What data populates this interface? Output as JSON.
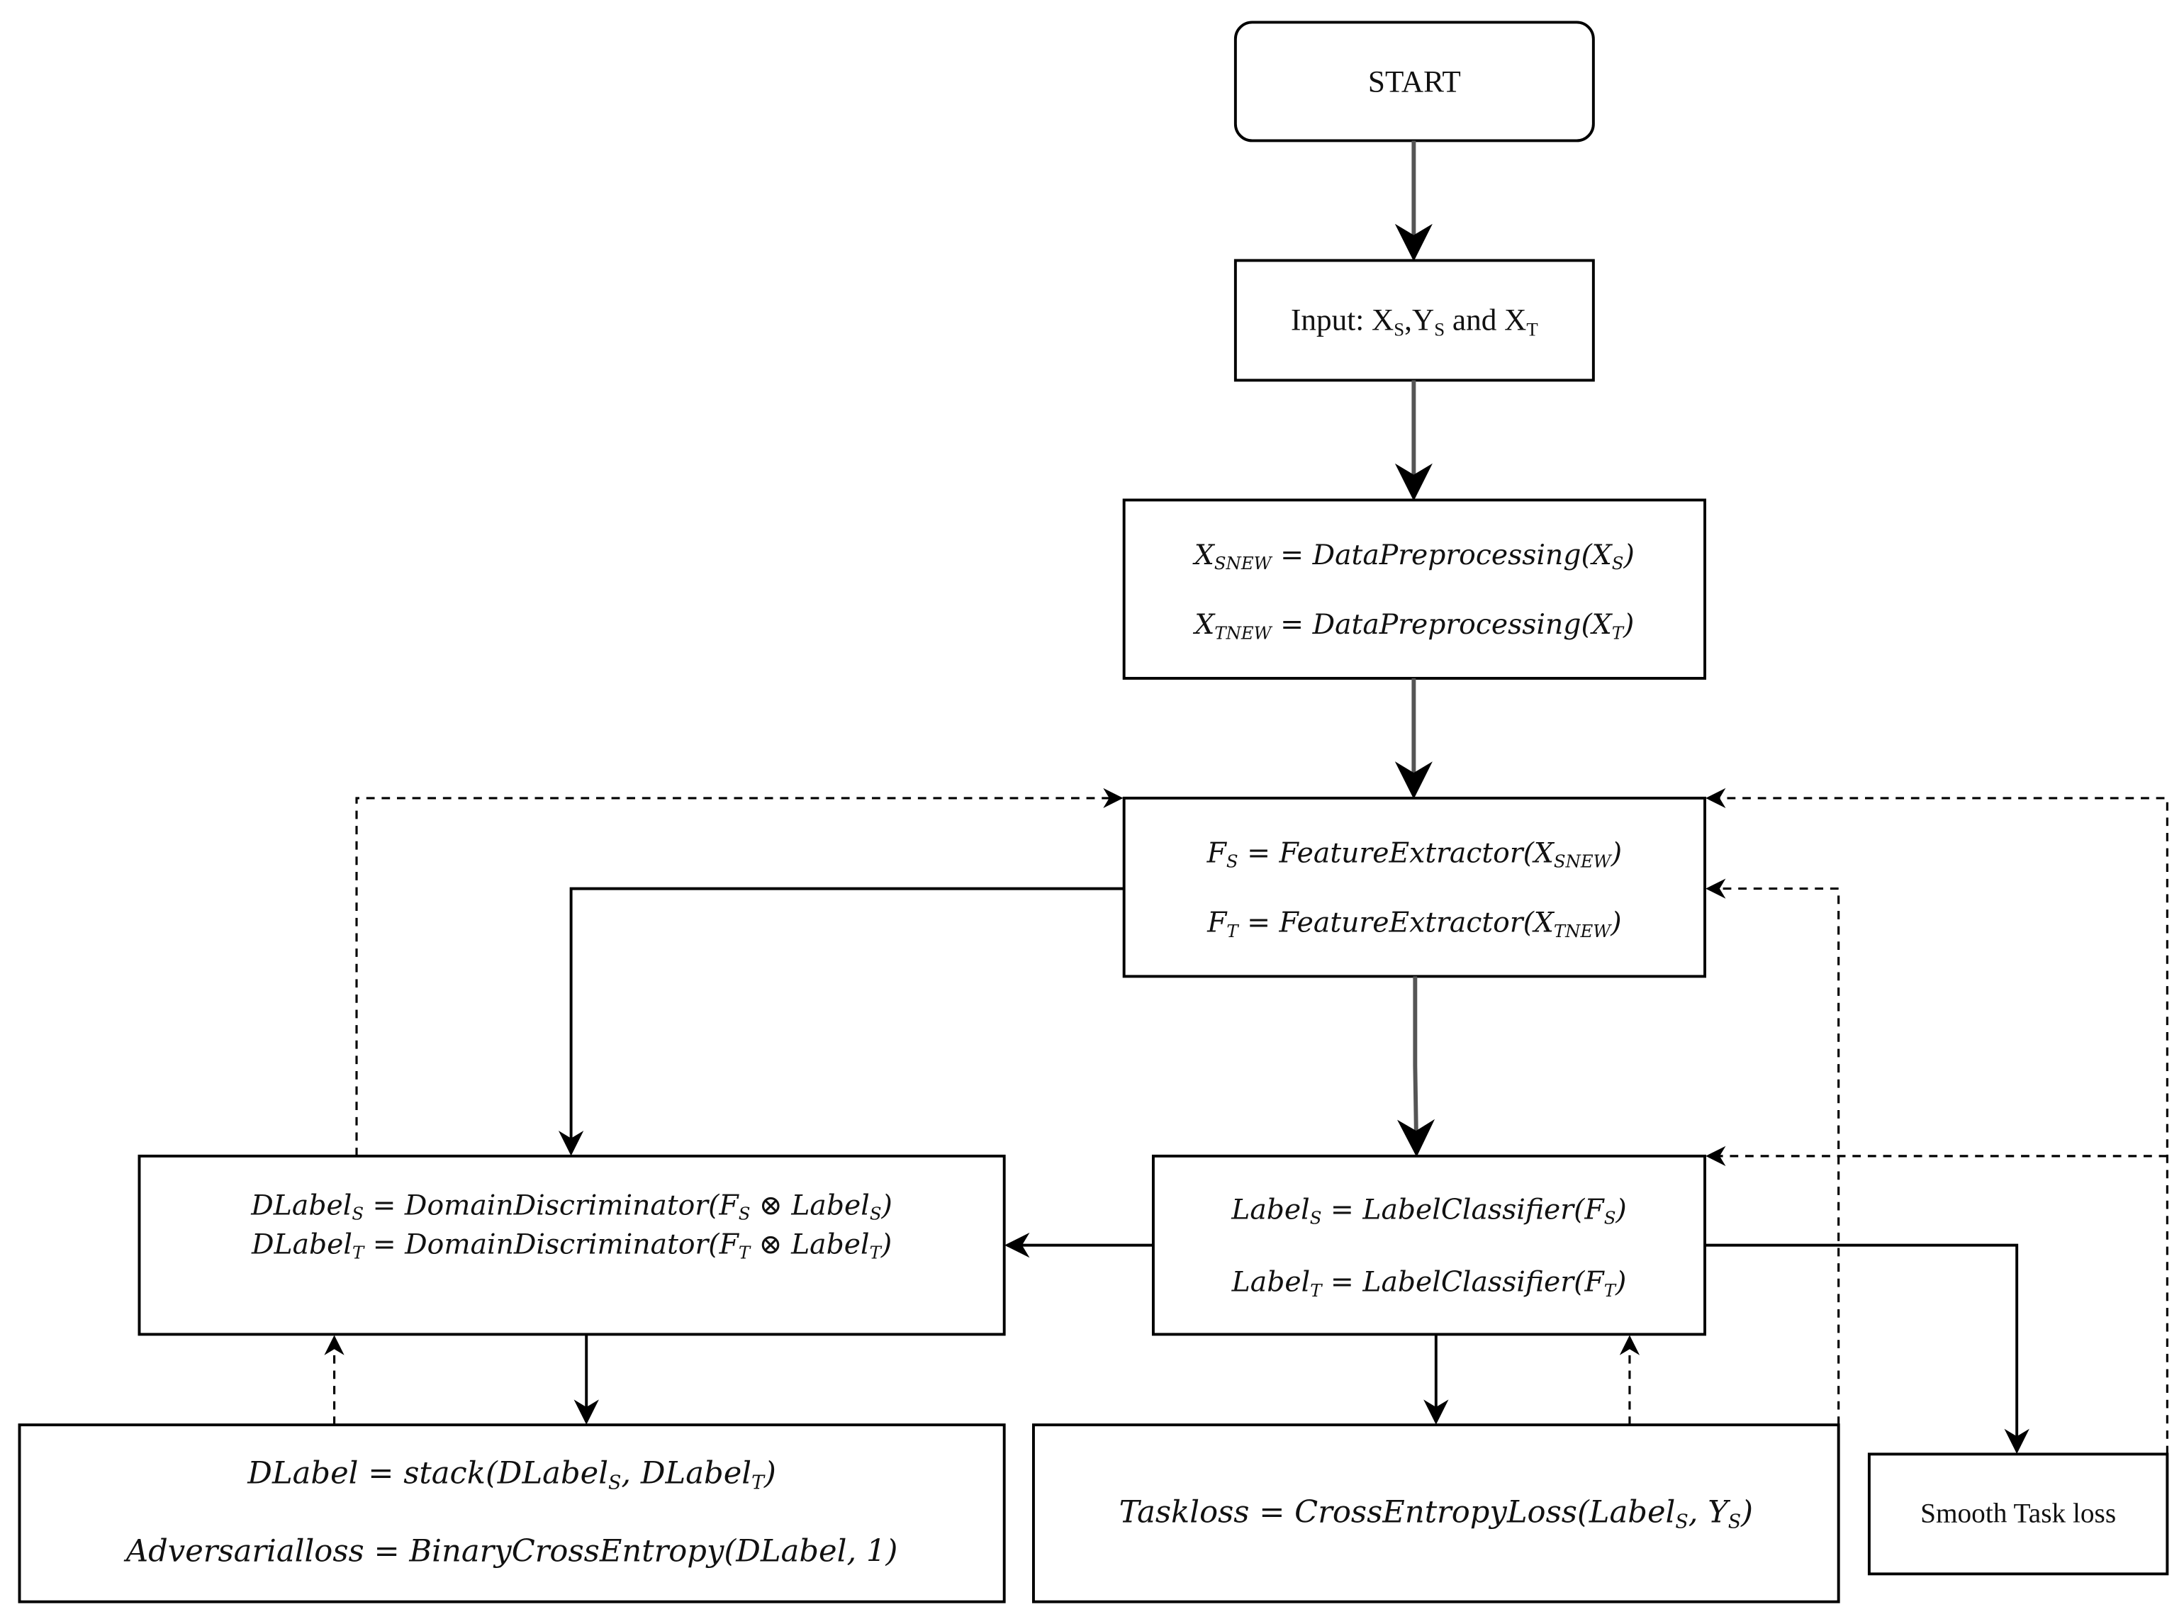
{
  "nodes": {
    "start": {
      "lines": [
        [
          {
            "t": "START",
            "u": true
          }
        ]
      ]
    },
    "input": {
      "lines": [
        [
          {
            "t": "Input:  X",
            "u": true
          },
          {
            "s": "S"
          },
          {
            "t": ",Y",
            "u": true
          },
          {
            "s": "S"
          },
          {
            "t": " and X",
            "u": true
          },
          {
            "s": "T"
          }
        ]
      ]
    },
    "preprocess": {
      "lines": [
        [
          {
            "t": "X"
          },
          {
            "s": "SNEW"
          },
          {
            "t": " = DataPreprocessing(X"
          },
          {
            "s": "S"
          },
          {
            "t": ")"
          }
        ],
        [
          {
            "t": "X"
          },
          {
            "s": "TNEW"
          },
          {
            "t": " = DataPreprocessing(X"
          },
          {
            "s": "T"
          },
          {
            "t": ")"
          }
        ]
      ]
    },
    "feature_extractor": {
      "lines": [
        [
          {
            "t": "F"
          },
          {
            "s": "S"
          },
          {
            "t": " = FeatureExtractor(X"
          },
          {
            "s": "SNEW"
          },
          {
            "t": ")"
          }
        ],
        [
          {
            "t": "F"
          },
          {
            "s": "T"
          },
          {
            "t": " = FeatureExtractor(X"
          },
          {
            "s": "TNEW"
          },
          {
            "t": ")"
          }
        ]
      ]
    },
    "domain_discriminator": {
      "lines": [
        [
          {
            "t": "DLabel"
          },
          {
            "s": "S"
          },
          {
            "t": " = DomainDiscriminator(F"
          },
          {
            "s": "S"
          },
          {
            "t": " ⊗ Label"
          },
          {
            "s": "S"
          },
          {
            "t": ")"
          }
        ],
        [
          {
            "t": "DLabel"
          },
          {
            "s": "T"
          },
          {
            "t": " = DomainDiscriminator(F"
          },
          {
            "s": "T"
          },
          {
            "t": " ⊗ Label"
          },
          {
            "s": "T"
          },
          {
            "t": ")"
          }
        ]
      ]
    },
    "label_classifier": {
      "lines": [
        [
          {
            "t": "Label"
          },
          {
            "s": "S"
          },
          {
            "t": " = LabelClassifier(F"
          },
          {
            "s": "S"
          },
          {
            "t": ")"
          }
        ],
        [
          {
            "t": "Label"
          },
          {
            "s": "T"
          },
          {
            "t": " = LabelClassifier(F"
          },
          {
            "s": "T"
          },
          {
            "t": ")"
          }
        ]
      ]
    },
    "adversarial_loss": {
      "lines": [
        [
          {
            "t": "DLabel = stack(DLabel"
          },
          {
            "s": "S"
          },
          {
            "t": ", DLabel"
          },
          {
            "s": "T"
          },
          {
            "t": ")"
          }
        ],
        [
          {
            "t": "Adversarialloss = BinaryCrossEntropy(DLabel, 1)"
          }
        ]
      ]
    },
    "task_loss": {
      "lines": [
        [
          {
            "t": "Taskloss = CrossEntropyLoss(Label"
          },
          {
            "s": "S"
          },
          {
            "t": ", Y"
          },
          {
            "s": "S"
          },
          {
            "t": ")"
          }
        ]
      ]
    },
    "smooth_task_loss": {
      "lines": [
        [
          {
            "t": "Smooth Task loss",
            "u": true
          }
        ]
      ]
    }
  },
  "colors": {
    "stroke": "#000000",
    "flow_arrow": "#555555",
    "background": "#ffffff"
  }
}
